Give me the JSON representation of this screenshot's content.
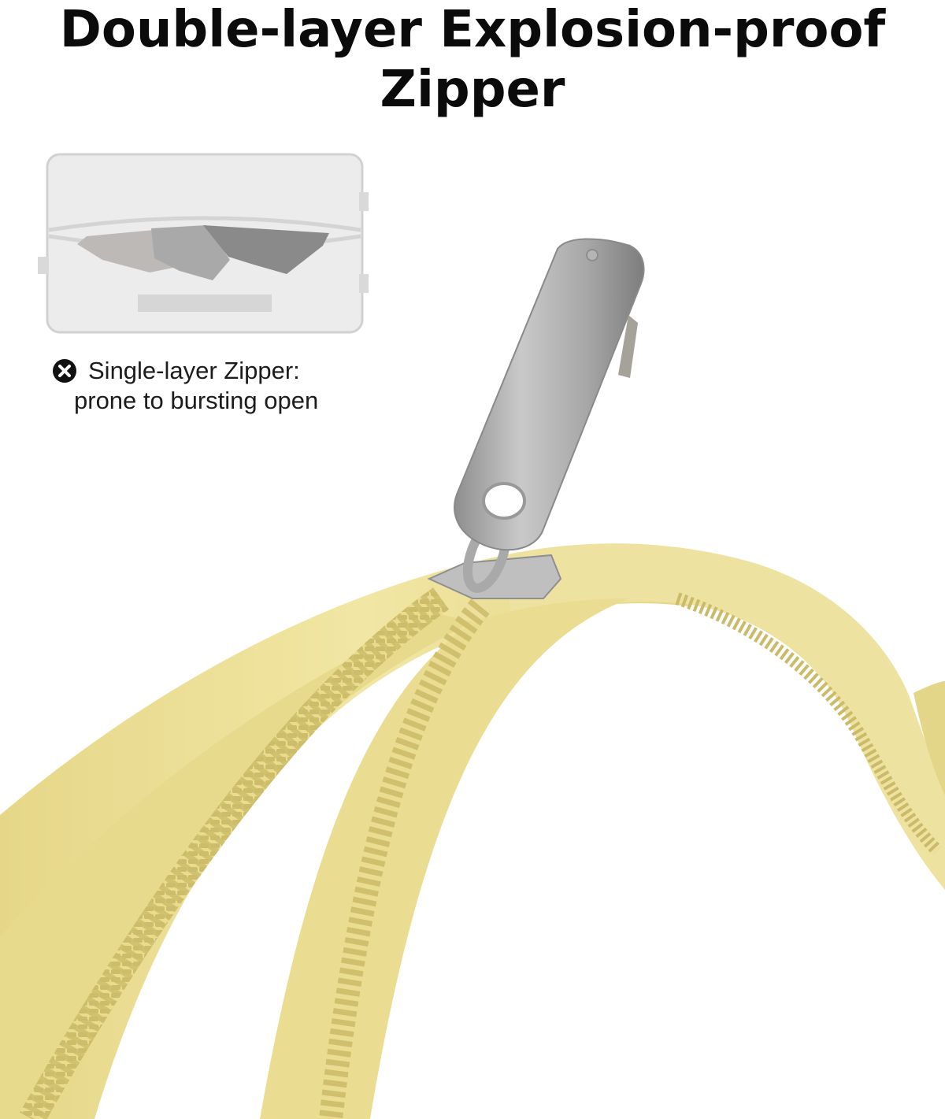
{
  "headline": {
    "line1": "Double-layer Explosion-proof",
    "line2": "Zipper"
  },
  "comparison": {
    "icon": "x-circle-icon",
    "label_line1": "Single-layer Zipper:",
    "label_line2": "prone to bursting open"
  },
  "colors": {
    "zipper_tape": "#ecdf94",
    "zipper_teeth": "#d8c97a",
    "slider_metal": "#b8b8b8",
    "inset_bg": "#ececec"
  }
}
